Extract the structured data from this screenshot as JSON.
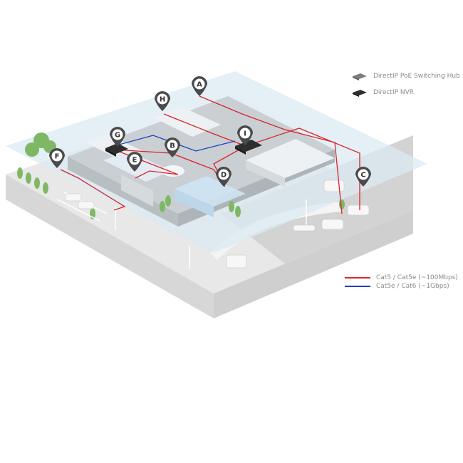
{
  "legend": {
    "devices": [
      {
        "label": "DirectIP PoE Switching Hub",
        "icon": "switching-hub-icon",
        "color": "#7d7d7d"
      },
      {
        "label": "DirectIP NVR",
        "icon": "nvr-icon",
        "color": "#2e2e2e"
      }
    ],
    "cables": [
      {
        "label": "Cat5 / Cat5e (~100Mbps)",
        "color": "#d9242b"
      },
      {
        "label": "Cat5e / Cat6 (~1Gbps)",
        "color": "#1f3fbf"
      }
    ]
  },
  "markers": [
    "A",
    "B",
    "C",
    "D",
    "E",
    "F",
    "G",
    "H",
    "I"
  ],
  "colors": {
    "marker": "#4a4a4a",
    "floor": "#c9cfd3",
    "ground": "#e6e7e7",
    "glass": "#dbe9f3",
    "cable_red": "#d9242b",
    "cable_blue": "#1f3fbf"
  }
}
